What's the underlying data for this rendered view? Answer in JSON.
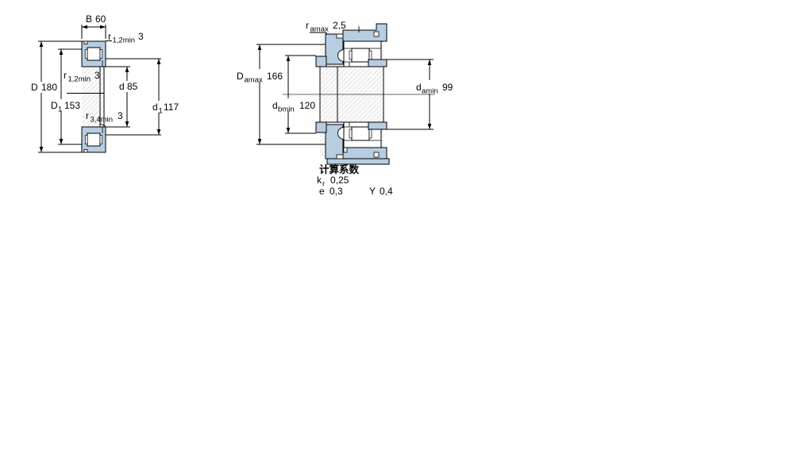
{
  "drawing": {
    "left_figure": {
      "B": {
        "base": "B",
        "value": "60"
      },
      "r12_top": {
        "base": "r",
        "sub": "1,2min",
        "value": "3"
      },
      "D": {
        "base": "D",
        "value": "180"
      },
      "D1": {
        "base": "D",
        "sub": "1",
        "value": "153"
      },
      "r12_mid": {
        "base": "r",
        "sub": "1,2min",
        "value": "3"
      },
      "d": {
        "base": "d",
        "value": "85"
      },
      "r34": {
        "base": "r",
        "sub": "3,4min",
        "value": "3"
      },
      "d1": {
        "base": "d",
        "sub": "1",
        "value": "117"
      }
    },
    "right_figure": {
      "r_amax": {
        "base": "r",
        "sub": "amax",
        "value": "2,5"
      },
      "D_amax": {
        "base": "D",
        "sub": "amax",
        "value": "166"
      },
      "d_bmin": {
        "base": "d",
        "sub": "bmin",
        "value": "120"
      },
      "d_amin": {
        "base": "d",
        "sub": "amin",
        "value": "99"
      }
    },
    "calculation_factors": {
      "title": "计算系数",
      "kr": {
        "base": "k",
        "sub": "r",
        "value": "0,25"
      },
      "e": {
        "base": "e",
        "value": "0,3"
      },
      "Y": {
        "base": "Y",
        "value": "0,4"
      }
    },
    "colors": {
      "steel": "#b7cde1",
      "outline": "#000000",
      "hatch": "#e2e2e2"
    }
  }
}
